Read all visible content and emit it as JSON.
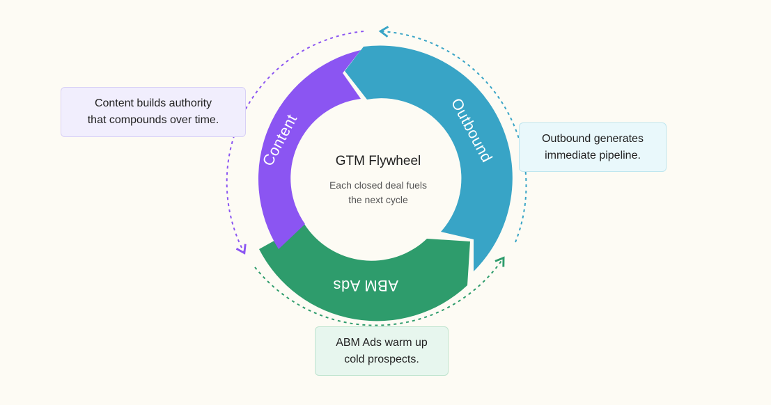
{
  "center": {
    "title": "GTM Flywheel",
    "subtitle_line1": "Each closed deal fuels",
    "subtitle_line2": "the next cycle"
  },
  "segments": [
    {
      "label": "Content",
      "color": "#8b55f2"
    },
    {
      "label": "Outbound",
      "color": "#38a4c6"
    },
    {
      "label": "ABM Ads",
      "color": "#2e9c6c"
    }
  ],
  "callouts": {
    "content": {
      "line1": "Content builds authority",
      "line2": "that compounds over time."
    },
    "outbound": {
      "line1": "Outbound generates",
      "line2": "immediate pipeline."
    },
    "abm": {
      "line1": "ABM Ads warm up",
      "line2": "cold prospects."
    }
  },
  "arrow_colors": {
    "content": "#8b55f2",
    "outbound": "#38a4c6",
    "abm": "#2e9c6c"
  }
}
